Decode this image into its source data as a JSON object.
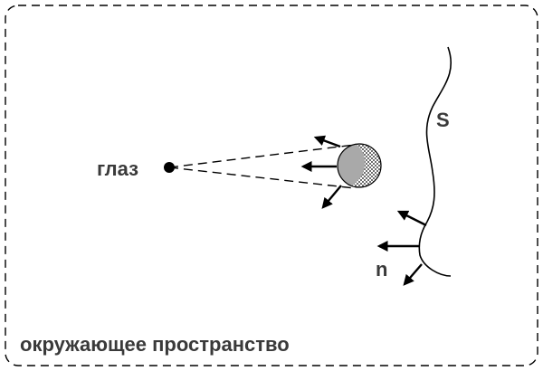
{
  "labels": {
    "eye": "глаз",
    "surface": "S",
    "normal": "n",
    "environment": "окружающее пространство"
  },
  "colors": {
    "stroke": "#000000",
    "text": "#3a3a3a",
    "sphere_lit": "#a9a9a9",
    "sphere_hatch": "#6e6e6e",
    "background": "#ffffff"
  }
}
